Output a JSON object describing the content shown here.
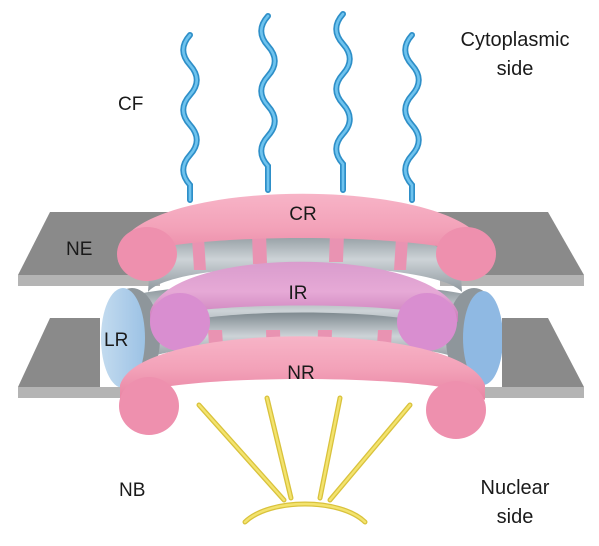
{
  "labels": {
    "cf": "CF",
    "ne": "NE",
    "lr": "LR",
    "nb": "NB",
    "cr": "CR",
    "ir": "IR",
    "nr": "NR"
  },
  "cytoplasmic_side": {
    "line1": "Cytoplasmic",
    "line2": "side"
  },
  "nuclear_side": {
    "line1": "Nuclear",
    "line2": "side"
  },
  "colors": {
    "background": "#ffffff",
    "envelope": "#8c8c8c",
    "ring_pink": "#f3a6bc",
    "inner_ring": "#d98cc6",
    "lumenal_ring": "#a9cbe8",
    "cytoplasmic_filament": "#4aa8dc",
    "nuclear_basket": "#eedc5a",
    "channel": "#a3adb3"
  }
}
